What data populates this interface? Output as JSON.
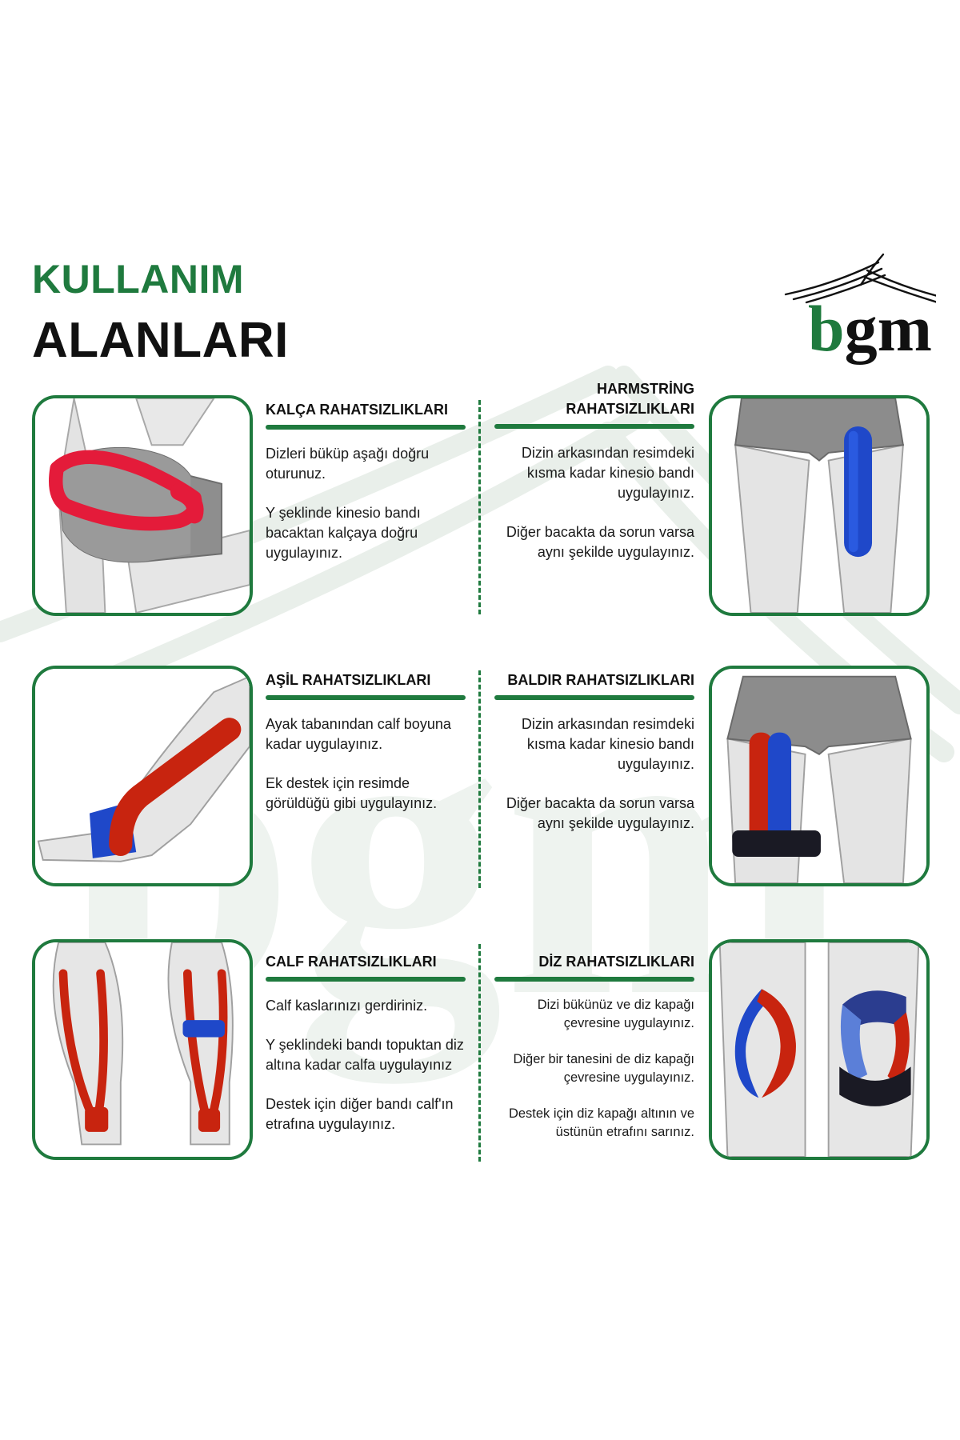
{
  "title": {
    "line1": "KULLANIM",
    "line2": "ALANLARI"
  },
  "logo": {
    "text": "bgm"
  },
  "watermark": {
    "text": "bgm"
  },
  "colors": {
    "brand_green": "#1f7a3e",
    "tape_red": "#c8240f",
    "tape_pink": "#e41b3a",
    "tape_blue": "#1f48c9",
    "tape_black": "#1a1a24"
  },
  "sections": {
    "kalca": {
      "heading": "KALÇA RAHATSIZLIKLARI",
      "paragraphs": [
        "Dizleri büküp aşağı doğru oturunuz.",
        "Y şeklinde kinesio bandı bacaktan kalçaya doğru uygulayınız."
      ]
    },
    "harmstring": {
      "heading_line1": "HARMSTRİNG",
      "heading_line2": "RAHATSIZLIKLARI",
      "paragraphs": [
        "Dizin arkasından resimdeki kısma kadar kinesio bandı uygulayınız.",
        "Diğer bacakta da sorun varsa aynı şekilde uygulayınız."
      ]
    },
    "asil": {
      "heading": "AŞİL RAHATSIZLIKLARI",
      "paragraphs": [
        "Ayak tabanından calf boyuna kadar uygulayınız.",
        "Ek destek için resimde görüldüğü gibi uygulayınız."
      ]
    },
    "baldir": {
      "heading": "BALDIR RAHATSIZLIKLARI",
      "paragraphs": [
        "Dizin arkasından resimdeki kısma kadar kinesio bandı uygulayınız.",
        "Diğer bacakta da sorun varsa aynı şekilde uygulayınız."
      ]
    },
    "calf": {
      "heading": "CALF RAHATSIZLIKLARI",
      "paragraphs": [
        "Calf kaslarınızı gerdiriniz.",
        "Y şeklindeki bandı topuktan diz altına kadar calfa uygulayınız",
        "Destek için diğer bandı calf'ın etrafına uygulayınız."
      ]
    },
    "diz": {
      "heading": "DİZ RAHATSIZLIKLARI",
      "paragraphs": [
        "Dizi bükünüz ve diz kapağı çevresine uygulayınız.",
        "Diğer bir tanesini de diz kapağı çevresine uygulayınız.",
        "Destek için diz kapağı altının ve üstünün etrafını sarınız."
      ]
    }
  }
}
